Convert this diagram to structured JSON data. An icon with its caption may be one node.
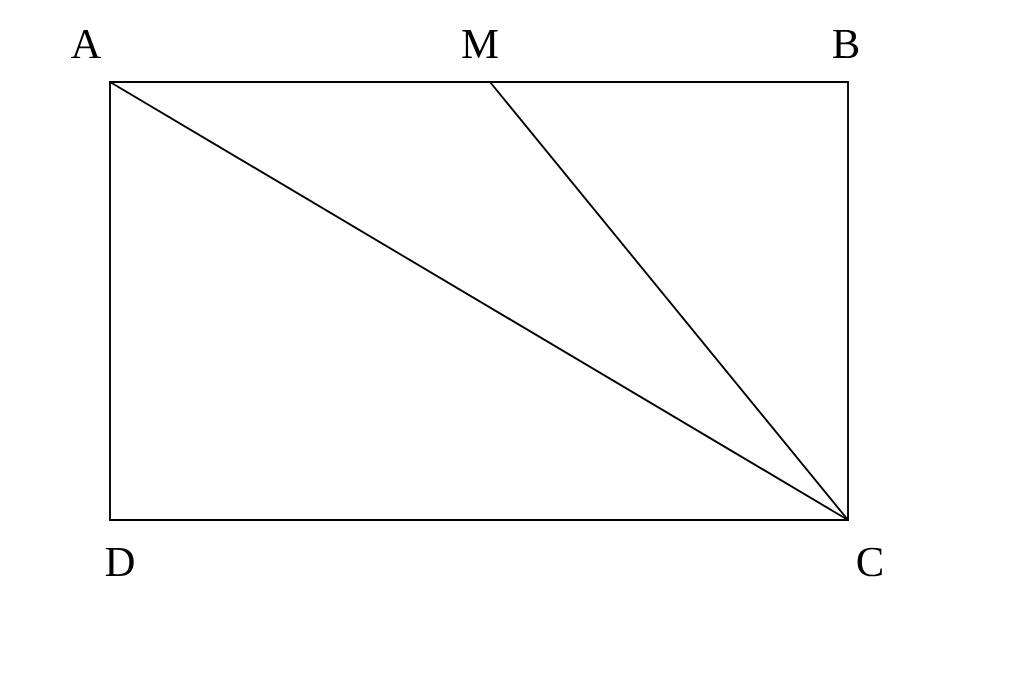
{
  "diagram": {
    "nodes": [
      {
        "text": [
          "A"
        ]
      },
      {
        "text": [
          "M"
        ]
      },
      {
        "text": [
          "B"
        ]
      },
      {
        "text": [
          "C"
        ]
      },
      {
        "text": [
          "D"
        ]
      }
    ],
    "edges": [
      {
        "from": 0,
        "to": 1,
        "arrow": "none"
      },
      {
        "from": 1,
        "to": 2,
        "arrow": "none"
      },
      {
        "from": 2,
        "to": 3,
        "arrow": "none"
      },
      {
        "from": 3,
        "to": 4,
        "arrow": "none"
      },
      {
        "from": 4,
        "to": 0,
        "arrow": "none"
      },
      {
        "from": 0,
        "to": 3,
        "arrow": "none"
      },
      {
        "from": 1,
        "to": 3,
        "arrow": "none"
      }
    ]
  }
}
